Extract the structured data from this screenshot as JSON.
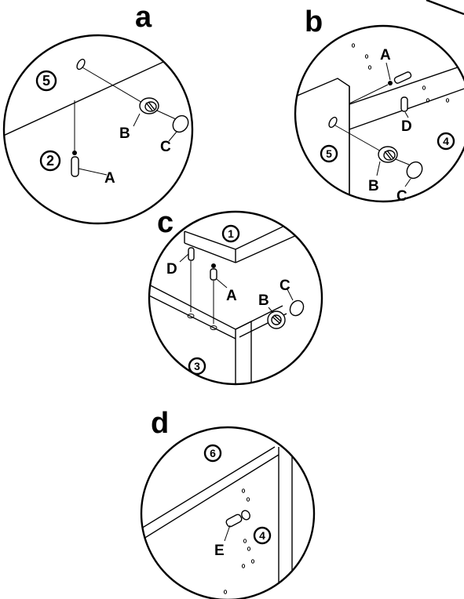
{
  "panels": [
    {
      "letter": "a",
      "part_numbers": [
        "5",
        "2"
      ],
      "part_letters": [
        "A",
        "B",
        "C"
      ]
    },
    {
      "letter": "b",
      "part_numbers": [
        "5",
        "4"
      ],
      "part_letters": [
        "A",
        "D",
        "B",
        "C"
      ]
    },
    {
      "letter": "c",
      "part_numbers": [
        "1",
        "3"
      ],
      "part_letters": [
        "D",
        "A",
        "B",
        "C"
      ]
    },
    {
      "letter": "d",
      "part_numbers": [
        "6",
        "4"
      ],
      "part_letters": [
        "E"
      ]
    }
  ]
}
